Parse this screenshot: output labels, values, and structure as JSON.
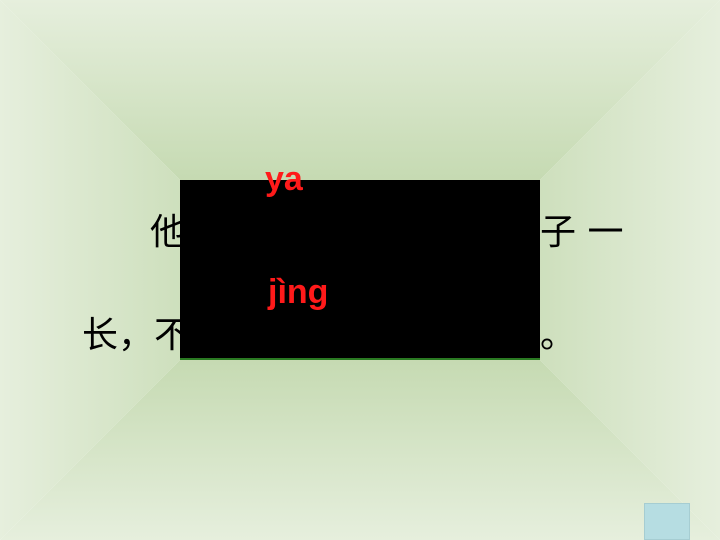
{
  "slide": {
    "line1_left": "他",
    "line1_right": "子 一",
    "line2_left": "长，不",
    "line2_right": "。",
    "pinyin_1": "ya",
    "pinyin_2": "jìng"
  },
  "colors": {
    "center_green": "#2a7a22",
    "edge_green": "#e6efdd",
    "pinyin": "#ff1a1a",
    "mask": "#000000",
    "corner_button": "#b6dde2"
  }
}
